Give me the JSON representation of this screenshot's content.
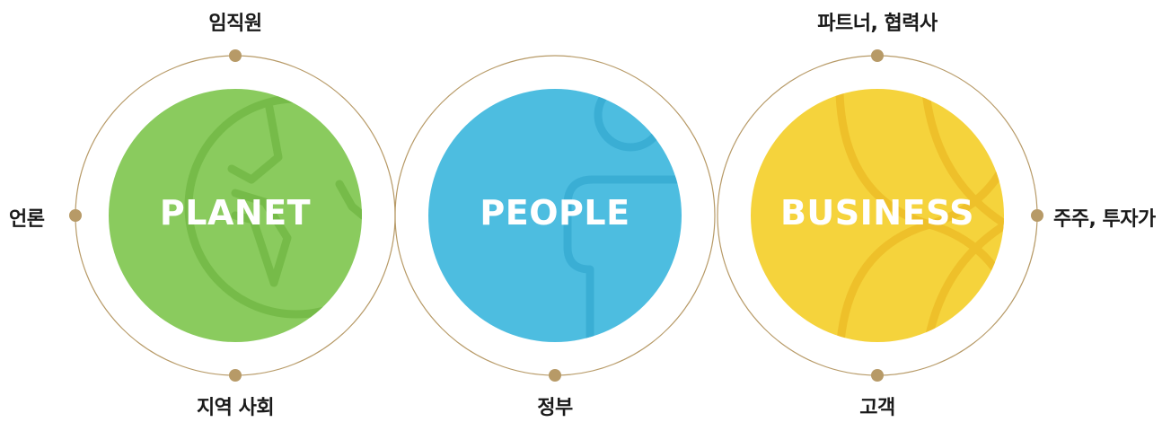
{
  "colors": {
    "ring": "#b79a67",
    "dot": "#b79a67",
    "planet": "#8acb5e",
    "people": "#4dbde0",
    "business": "#f5d33c",
    "label_text": "#1a1a1a",
    "title_text": "#ffffff"
  },
  "circles": [
    {
      "title": "PLANET",
      "icon": "globe-icon",
      "labels": {
        "top": "임직원",
        "bottom": "지역 사회",
        "left": "언론"
      }
    },
    {
      "title": "PEOPLE",
      "icon": "person-icon",
      "labels": {
        "bottom": "정부"
      }
    },
    {
      "title": "BUSINESS",
      "icon": "sparkle-icon",
      "labels": {
        "top": "파트너, 협력사",
        "bottom": "고객",
        "right": "주주, 투자가"
      }
    }
  ]
}
